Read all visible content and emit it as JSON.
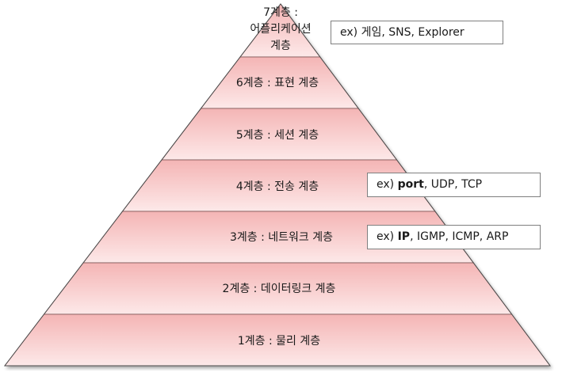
{
  "layers": [
    {
      "label": "7계층 : 어플리케이션 계층",
      "lines": [
        "7계층 :",
        "어플리케이션",
        "계층"
      ]
    },
    {
      "label": "6계층 : 표현 계층"
    },
    {
      "label": "5계층 : 세션 계층"
    },
    {
      "label": "4계층 : 전송 계층"
    },
    {
      "label": "3계층 : 네트워크 계층"
    },
    {
      "label": "2계층 : 데이터링크 계층"
    },
    {
      "label": "1계층 : 물리 계층"
    }
  ],
  "examples": {
    "layer7": {
      "text": "ex) 게임, SNS, Explorer"
    },
    "layer4": {
      "prefix": "ex) ",
      "bold": "port",
      "rest": ", UDP, TCP"
    },
    "layer3": {
      "prefix": "ex) ",
      "bold": "IP",
      "rest": ", IGMP, ICMP, ARP"
    }
  },
  "colors": {
    "top_fill": "#f4b5b5",
    "bottom_fill": "#fde9e9",
    "outline": "#4a4a4a",
    "separator": "#7a5050"
  }
}
